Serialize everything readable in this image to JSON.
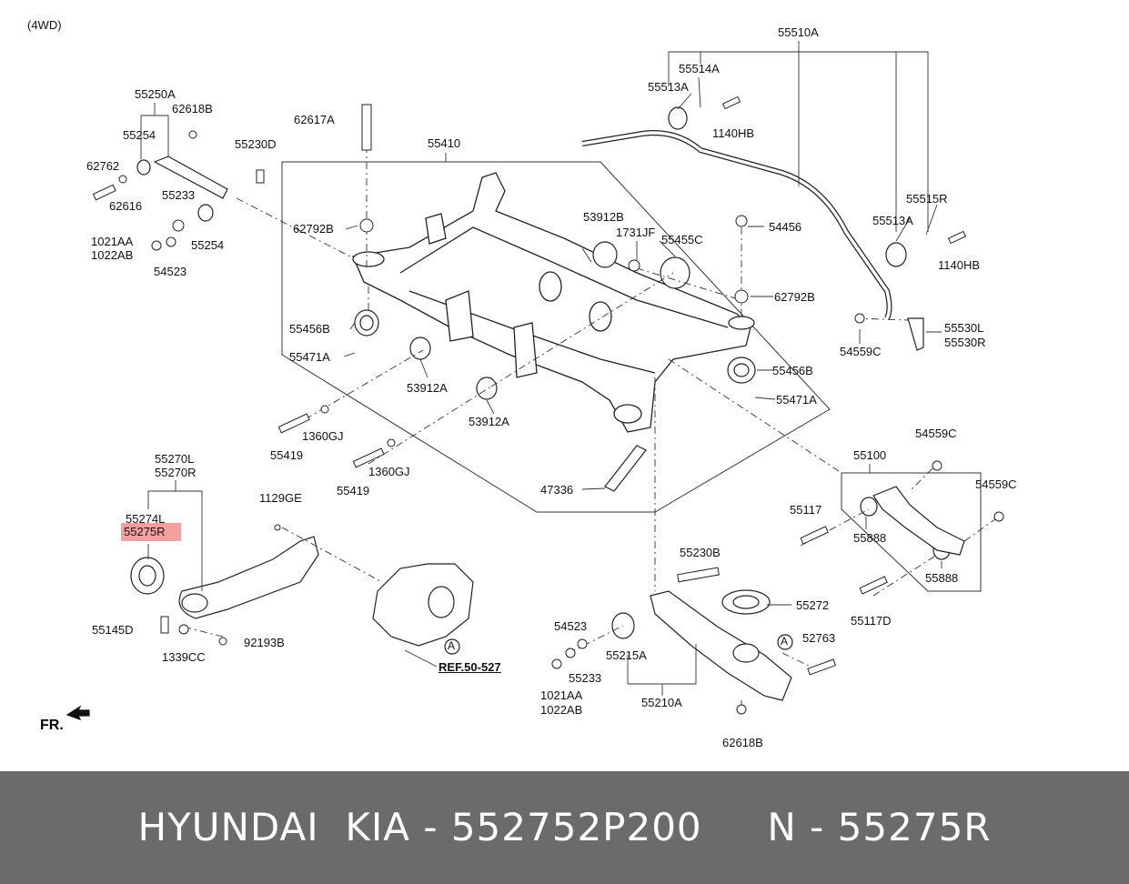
{
  "header_note": "(4WD)",
  "front_marker": "FR.",
  "parts": {
    "p55510A": "55510A",
    "p55514A": "55514A",
    "p55513A_top": "55513A",
    "p1140HB_top": "1140HB",
    "p55515R": "55515R",
    "p55513A_right": "55513A",
    "p1140HB_right": "1140HB",
    "p55530L": "55530L",
    "p55530R": "55530R",
    "p54559C_a": "54559C",
    "p55250A": "55250A",
    "p62618B_top": "62618B",
    "p55254_a": "55254",
    "p55230D": "55230D",
    "p62762": "62762",
    "p62616": "62616",
    "p55233_a": "55233",
    "p55254_b": "55254",
    "p1021AA_a": "1021AA",
    "p1022AB_a": "1022AB",
    "p54523_a": "54523",
    "p62617A": "62617A",
    "p55410": "55410",
    "p62792B_a": "62792B",
    "p53912B": "53912B",
    "p1731JF": "1731JF",
    "p55455C": "55455C",
    "p54456": "54456",
    "p62792B_b": "62792B",
    "p55456B_a": "55456B",
    "p55471A_a": "55471A",
    "p53912A_a": "53912A",
    "p53912A_b": "53912A",
    "p55456B_b": "55456B",
    "p55471A_b": "55471A",
    "p1360GJ_a": "1360GJ",
    "p55419_a": "55419",
    "p1360GJ_b": "1360GJ",
    "p55419_b": "55419",
    "p47336": "47336",
    "p54559C_b": "54559C",
    "p55100": "55100",
    "p54559C_c": "54559C",
    "p55117": "55117",
    "p55888_a": "55888",
    "p55888_b": "55888",
    "p55117D": "55117D",
    "p55270L": "55270L",
    "p55270R": "55270R",
    "p1129GE": "1129GE",
    "p55274L": "55274L",
    "p55275R": "55275R",
    "p55145D": "55145D",
    "p1339CC": "1339CC",
    "p92193B": "92193B",
    "ref_link": "REF.50-527",
    "ref_a1": "A",
    "p55230B": "55230B",
    "p55272": "55272",
    "p54523_b": "54523",
    "p55233_b": "55233",
    "p55215A": "55215A",
    "p1021AA_b": "1021AA",
    "p1022AB_b": "1022AB",
    "p55210A": "55210A",
    "ref_a2": "A",
    "p52763": "52763",
    "p62618B_bottom": "62618B"
  },
  "highlight_color": "#f4a0a0",
  "banner": {
    "text": "HYUNDAI  KIA - 552752P200     N - 55275R",
    "bg_color": "#6b6b6b"
  }
}
